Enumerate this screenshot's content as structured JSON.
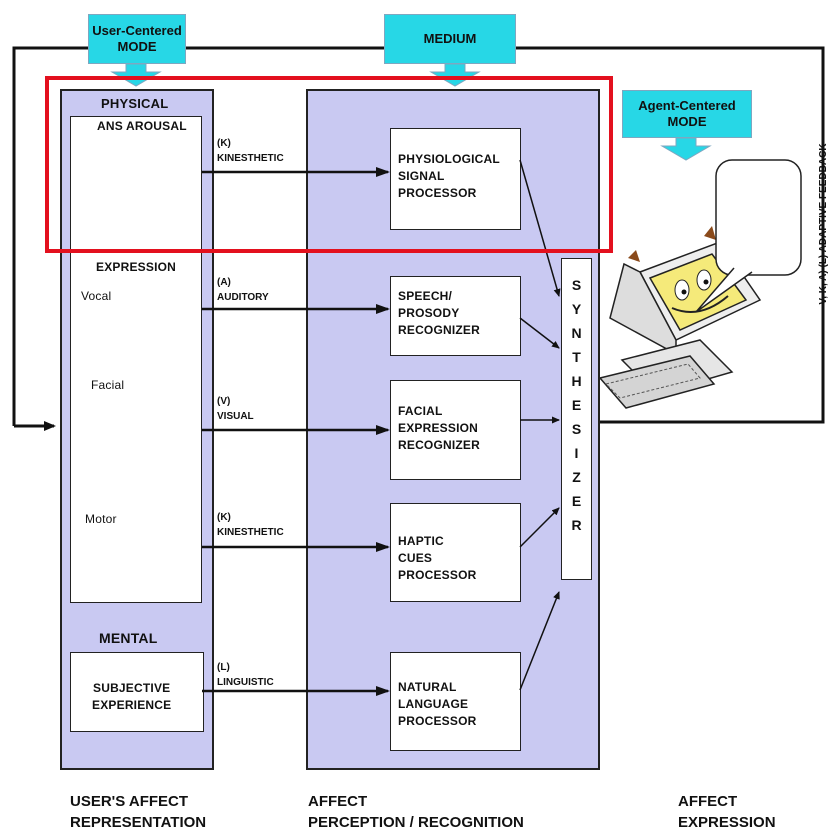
{
  "modes": {
    "user_centered": "User-Centered\nMODE",
    "medium": "MEDIUM",
    "agent_centered": "Agent-Centered\nMODE"
  },
  "feedback_label": "V, K, A) (L) ADAPTIVE FEEDBACK",
  "left_panel": {
    "physical": "PHYSICAL",
    "ans_arousal": "ANS AROUSAL",
    "expression": "EXPRESSION",
    "vocal": "Vocal",
    "facial": "Facial",
    "motor": "Motor",
    "mental": "MENTAL",
    "subjective_experience": "SUBJECTIVE\nEXPERIENCE"
  },
  "channels": [
    {
      "code": "(K)",
      "name": "KINESTHETIC"
    },
    {
      "code": "(A)",
      "name": "AUDITORY"
    },
    {
      "code": "(V)",
      "name": "VISUAL"
    },
    {
      "code": "(K)",
      "name": "KINESTHETIC"
    },
    {
      "code": "(L)",
      "name": "LINGUISTIC"
    }
  ],
  "processors": [
    "PHYSIOLOGICAL\nSIGNAL\nPROCESSOR",
    "SPEECH/\nPROSODY\nRECOGNIZER",
    "FACIAL\nEXPRESSION\nRECOGNIZER",
    "HAPTIC\nCUES\nPROCESSOR",
    "NATURAL\nLANGUAGE\nPROCESSOR"
  ],
  "synthesizer_letters": [
    "S",
    "Y",
    "N",
    "T",
    "H",
    "E",
    "S",
    "I",
    "Z",
    "E",
    "R"
  ],
  "bottom_labels": {
    "users_affect": "USER'S AFFECT\nREPRESENTATION",
    "perception": "AFFECT\nPERCEPTION / RECOGNITION",
    "expression": "AFFECT\nEXPRESSION"
  },
  "colors": {
    "panel": "#c9c9f2",
    "mode_label": "#27d7e6",
    "highlight": "#e3101e"
  }
}
